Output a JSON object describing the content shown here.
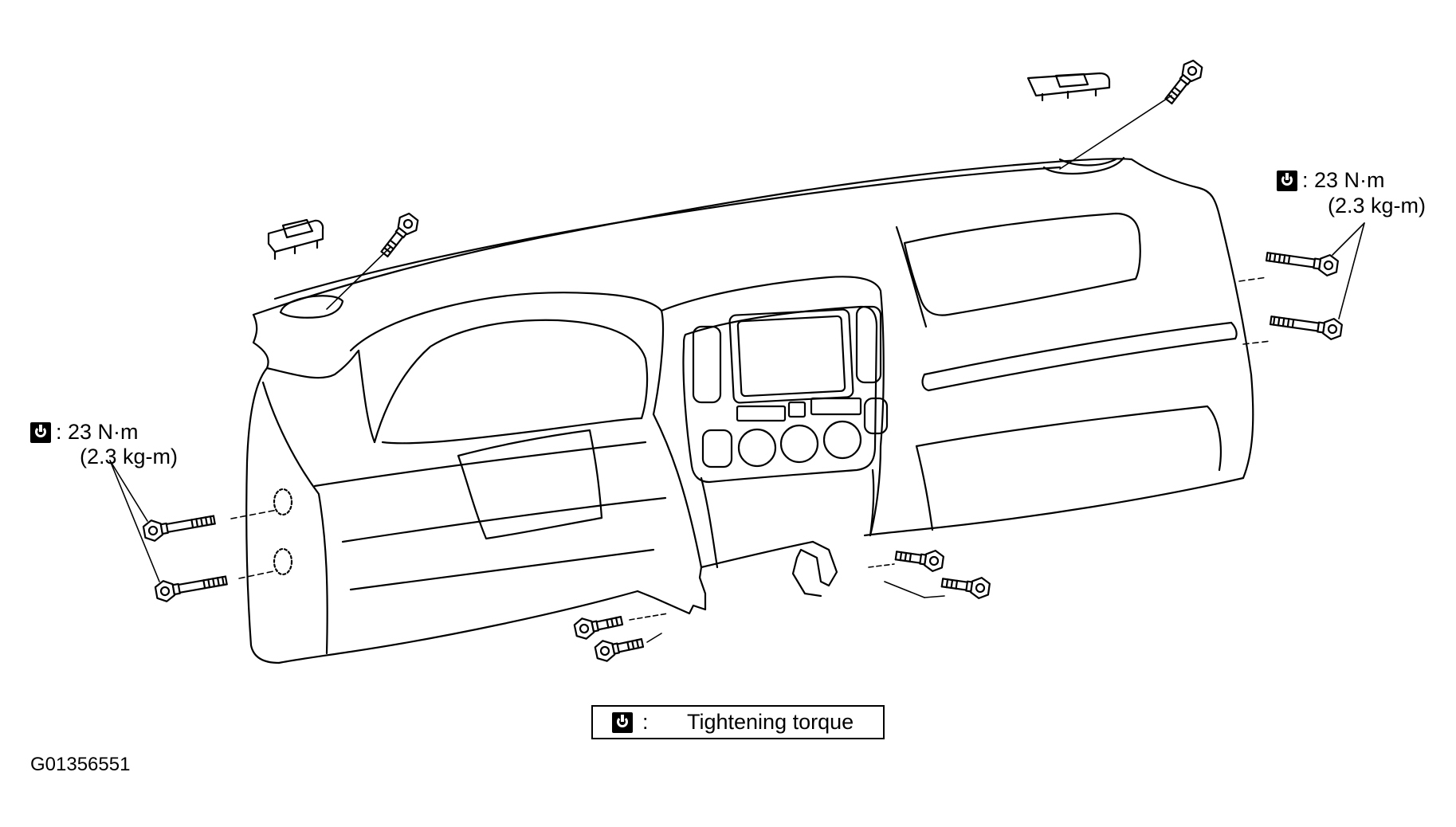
{
  "left_callout": {
    "torque": "23 N·m",
    "torque_alt": "(2.3 kg-m)"
  },
  "right_callout": {
    "torque": "23 N·m",
    "torque_alt": "(2.3 kg-m)"
  },
  "legend": {
    "separator": ":",
    "text": "Tightening torque"
  },
  "figure_id": "G01356551",
  "icons": {
    "torque": "torque-wrench-icon"
  }
}
